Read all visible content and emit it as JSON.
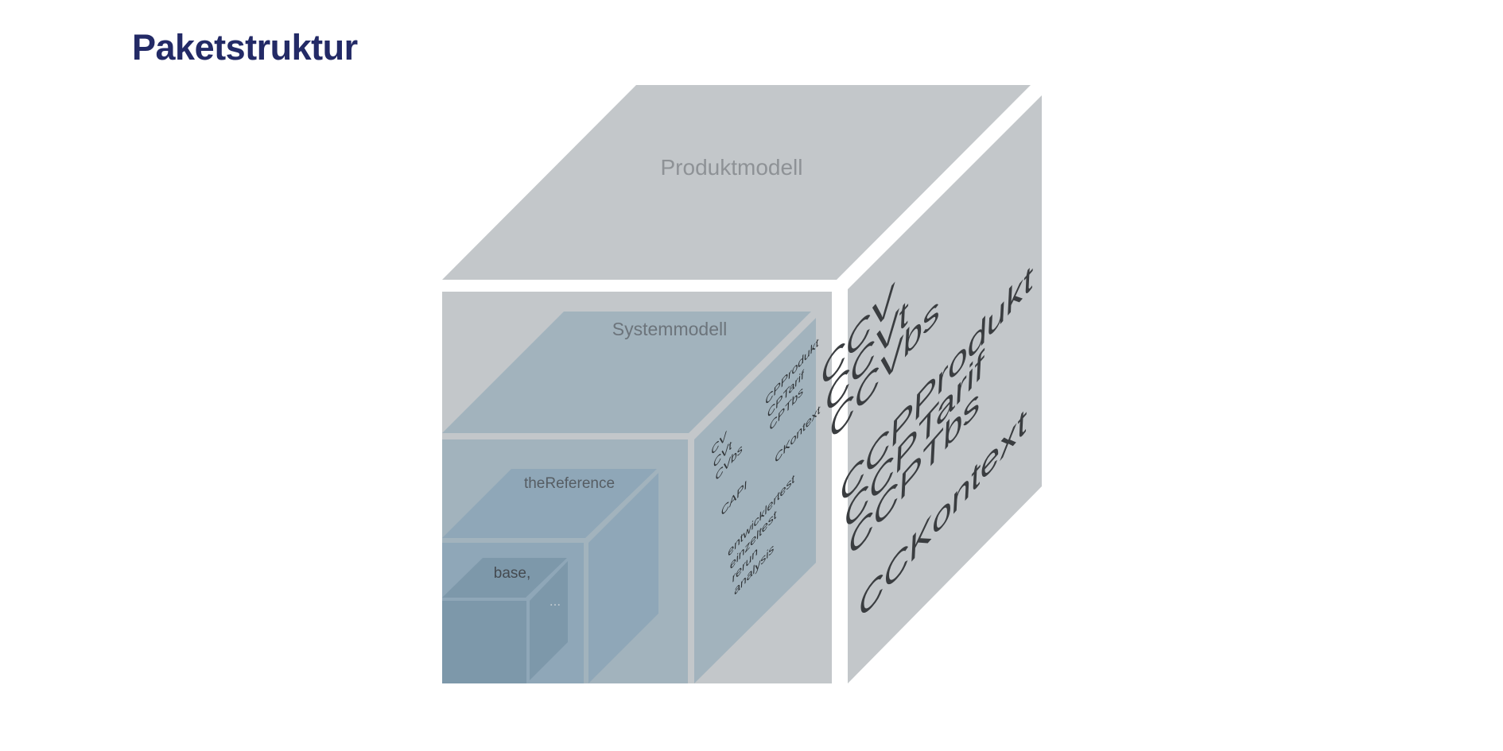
{
  "page_title": "Paketstruktur",
  "colors": {
    "title": "#232a66",
    "outer_face": "#c3c7ca",
    "system_face": "#a2b3bd",
    "reference_face": "#8fa7b8",
    "base_face": "#7d98aa",
    "label_gray": "#8e9296",
    "label_dark": "#565d63",
    "text_dark": "#2f3336"
  },
  "outer_cube": {
    "top_label": "Produktmodell",
    "side_groups": [
      [
        "CCV",
        "CCVt",
        "CCVbs"
      ],
      [
        "CCPProdukt",
        "CCPTarif",
        "CCPTbs"
      ],
      [
        "CCKontext"
      ]
    ]
  },
  "system_cube": {
    "top_label": "Systemmodell",
    "side_col1": [
      "CV",
      "CVt",
      "CVbs",
      "",
      "CAPI",
      "",
      "entwicklertest",
      "einzeltest",
      "rerun",
      "analysis"
    ],
    "side_col2": [
      "CPProdukt",
      "CPTarif",
      "CPTbs",
      "",
      "CKontext"
    ]
  },
  "reference_cube": {
    "top_label": "theReference"
  },
  "base_cube": {
    "top_label": "base,",
    "side_label": "..."
  }
}
